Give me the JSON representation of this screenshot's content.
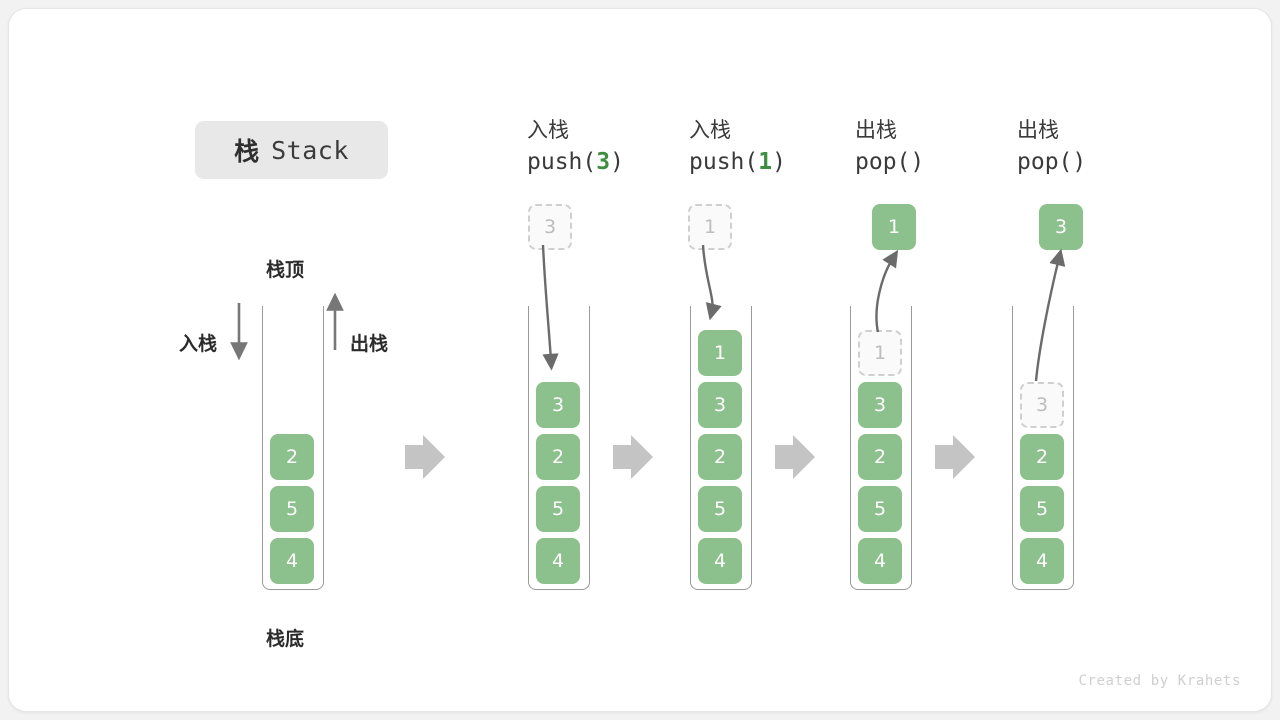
{
  "title": {
    "cn": "栈",
    "en": "Stack"
  },
  "left_panel": {
    "top_label": "栈顶",
    "bottom_label": "栈底",
    "push_label": "入栈",
    "pop_label": "出栈",
    "cells": [
      "2",
      "5",
      "4"
    ]
  },
  "columns": [
    {
      "op_cn": "入栈",
      "code_name": "push",
      "code_open": "(",
      "code_arg": "3",
      "code_close": ")",
      "floating": {
        "value": "3",
        "style": "ghost"
      },
      "cells": [
        {
          "value": "3",
          "style": "green"
        },
        {
          "value": "2",
          "style": "green"
        },
        {
          "value": "5",
          "style": "green"
        },
        {
          "value": "4",
          "style": "green"
        }
      ]
    },
    {
      "op_cn": "入栈",
      "code_name": "push",
      "code_open": "(",
      "code_arg": "1",
      "code_close": ")",
      "floating": {
        "value": "1",
        "style": "ghost"
      },
      "cells": [
        {
          "value": "1",
          "style": "green"
        },
        {
          "value": "3",
          "style": "green"
        },
        {
          "value": "2",
          "style": "green"
        },
        {
          "value": "5",
          "style": "green"
        },
        {
          "value": "4",
          "style": "green"
        }
      ]
    },
    {
      "op_cn": "出栈",
      "code_name": "pop",
      "code_open": "(",
      "code_arg": "",
      "code_close": ")",
      "floating": {
        "value": "1",
        "style": "green"
      },
      "cells": [
        {
          "value": "1",
          "style": "ghost"
        },
        {
          "value": "3",
          "style": "green"
        },
        {
          "value": "2",
          "style": "green"
        },
        {
          "value": "5",
          "style": "green"
        },
        {
          "value": "4",
          "style": "green"
        }
      ]
    },
    {
      "op_cn": "出栈",
      "code_name": "pop",
      "code_open": "(",
      "code_arg": "",
      "code_close": ")",
      "floating": {
        "value": "3",
        "style": "green"
      },
      "cells": [
        {
          "value": "3",
          "style": "ghost"
        },
        {
          "value": "2",
          "style": "green"
        },
        {
          "value": "5",
          "style": "green"
        },
        {
          "value": "4",
          "style": "green"
        }
      ]
    }
  ],
  "flow_arrows": [
    "→",
    "→",
    "→",
    "→"
  ],
  "credit": "Created by Krahets",
  "colors": {
    "cell_green": "#8cc08c",
    "accent_green": "#3e8e41",
    "ghost_border": "#cfcfcf",
    "container_border": "#9a9a9a",
    "flow_arrow": "#c4c4c4",
    "badge_bg": "#e8e8e8"
  }
}
